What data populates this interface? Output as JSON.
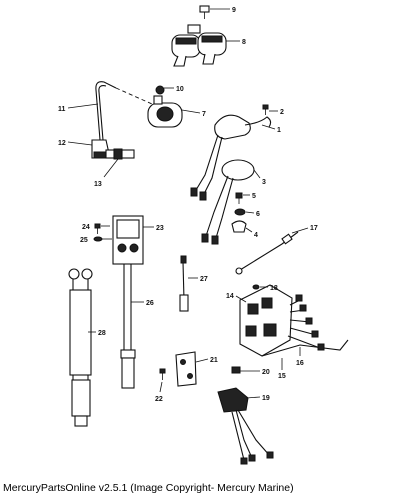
{
  "footer": "MercuryPartsOnline v2.5.1 (Image Copyright- Mercury Marine)",
  "callouts": [
    "1",
    "2",
    "3",
    "4",
    "5",
    "6",
    "7",
    "8",
    "9",
    "10",
    "11",
    "12",
    "13",
    "14",
    "15",
    "16",
    "17",
    "18",
    "19",
    "20",
    "21",
    "22",
    "23",
    "24",
    "25",
    "26",
    "27",
    "28"
  ]
}
